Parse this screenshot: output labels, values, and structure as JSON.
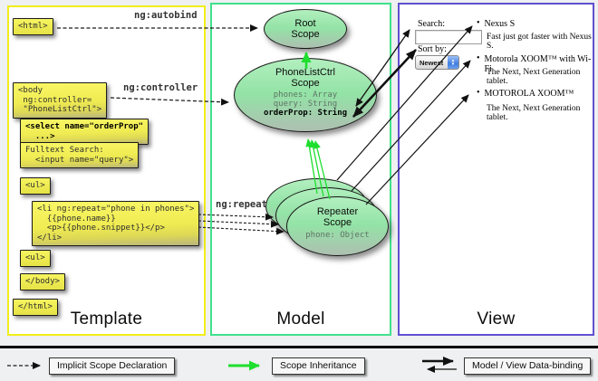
{
  "template_panel": {
    "label": "Template",
    "tags": {
      "html_open": "<html>",
      "body_open": "<body\n ng:controller=\n \"PhoneListCtrl\">",
      "select_order": "<select name=\"orderProp\"\n  ...>",
      "fulltext": "Fulltext Search:\n  <input name=\"query\">",
      "ul_open": "<ul>",
      "li_repeat": "<li ng:repeat=\"phone in phones\">\n  {{phone.name}}\n  <p>{{phone.snippet}}</p>\n</li>",
      "ul_close": "<ul>",
      "body_close": "</body>",
      "html_close": "</html>"
    },
    "directives": {
      "autobind": "ng:autobind",
      "controller": "ng:controller",
      "repeat": "ng:repeat"
    }
  },
  "model_panel": {
    "label": "Model",
    "root_scope": {
      "title": "Root\nScope"
    },
    "phone_list_scope": {
      "title": "PhoneListCtrl\nScope",
      "prop_phones": "phones: Array",
      "prop_query": "query: String",
      "prop_order": "orderProp: String"
    },
    "repeater_scope": {
      "title": "Repeater\nScope",
      "prop_phone": "phone: Object"
    }
  },
  "view_panel": {
    "label": "View",
    "search_label": "Search:",
    "search_value": "",
    "sort_label": "Sort by:",
    "sort_value": "Newest",
    "items": [
      {
        "title": "Nexus S",
        "desc": "Fast just got faster with Nexus S."
      },
      {
        "title": "Motorola XOOM™ with Wi-Fi",
        "desc": "The Next, Next Generation tablet."
      },
      {
        "title": "MOTOROLA XOOM™",
        "desc": "The Next, Next Generation tablet."
      }
    ]
  },
  "legend": {
    "implicit": "Implicit Scope Declaration",
    "inheritance": "Scope Inheritance",
    "binding": "Model / View Data-binding"
  },
  "colors": {
    "template_border": "#f2ee19",
    "model_border": "#41e18c",
    "view_border": "#6050d0",
    "scope_arrow_green": "#1ede2e",
    "code_box_yellow": "#f3f054"
  }
}
